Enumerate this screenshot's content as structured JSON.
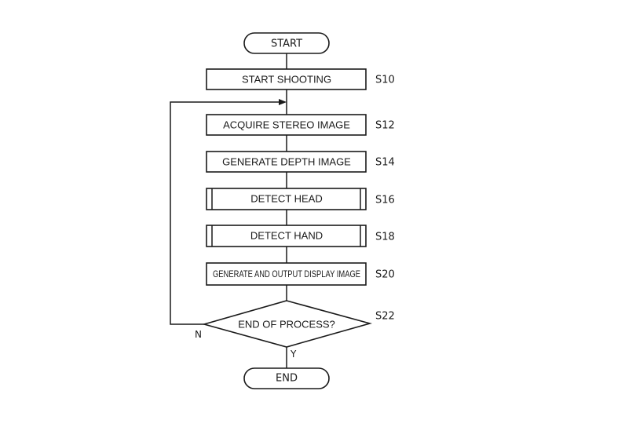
{
  "diagram": {
    "type": "flowchart",
    "start": {
      "label": "START"
    },
    "end": {
      "label": "END"
    },
    "steps": [
      {
        "id": "S10",
        "label": "START SHOOTING",
        "shape": "process"
      },
      {
        "id": "S12",
        "label": "ACQUIRE STEREO IMAGE",
        "shape": "process"
      },
      {
        "id": "S14",
        "label": "GENERATE DEPTH IMAGE",
        "shape": "process"
      },
      {
        "id": "S16",
        "label": "DETECT HEAD",
        "shape": "predefined-process"
      },
      {
        "id": "S18",
        "label": "DETECT HAND",
        "shape": "predefined-process"
      },
      {
        "id": "S20",
        "label": "GENERATE AND OUTPUT DISPLAY IMAGE",
        "shape": "process"
      }
    ],
    "decision": {
      "id": "S22",
      "label": "END OF PROCESS?",
      "yes_label": "Y",
      "no_label": "N",
      "yes_target": "END",
      "no_target": "S12"
    }
  }
}
